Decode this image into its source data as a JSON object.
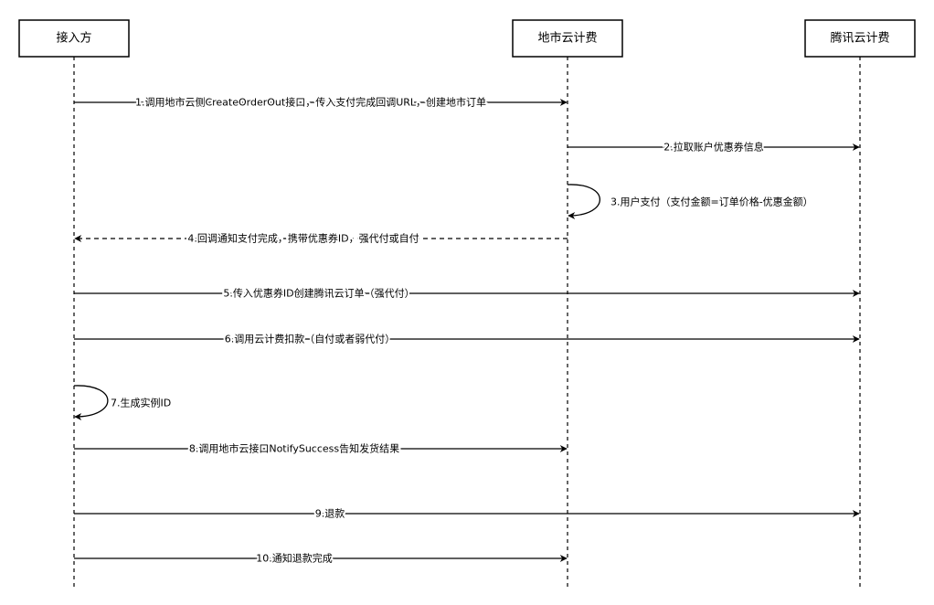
{
  "participants": [
    {
      "id": "p1",
      "label": "接入方"
    },
    {
      "id": "p2",
      "label": "地市云计费"
    },
    {
      "id": "p3",
      "label": "腾讯云计费"
    }
  ],
  "messages": [
    {
      "id": "m1",
      "from": "p1",
      "to": "p2",
      "style": "solid",
      "label": "1.调用地市云侧CreateOrderOut接口，传入支付完成回调URL，创建地市订单"
    },
    {
      "id": "m2",
      "from": "p2",
      "to": "p3",
      "style": "solid",
      "label": "2.拉取账户优惠券信息"
    },
    {
      "id": "m3",
      "from": "p2",
      "to": "p2",
      "style": "self",
      "label": "3.用户支付（支付金额=订单价格-优惠金额）"
    },
    {
      "id": "m4",
      "from": "p2",
      "to": "p1",
      "style": "dashed",
      "label": "4.回调通知支付完成，携带优惠券ID，强代付或自付"
    },
    {
      "id": "m5",
      "from": "p1",
      "to": "p3",
      "style": "solid",
      "label": "5.传入优惠券ID创建腾讯云订单（强代付）"
    },
    {
      "id": "m6",
      "from": "p1",
      "to": "p3",
      "style": "solid",
      "label": "6.调用云计费扣款（自付或者弱代付）"
    },
    {
      "id": "m7",
      "from": "p1",
      "to": "p1",
      "style": "self",
      "label": "7.生成实例ID"
    },
    {
      "id": "m8",
      "from": "p1",
      "to": "p2",
      "style": "solid",
      "label": "8.调用地市云接口NotifySuccess告知发货结果"
    },
    {
      "id": "m9",
      "from": "p1",
      "to": "p3",
      "style": "solid",
      "label": "9.退款"
    },
    {
      "id": "m10",
      "from": "p1",
      "to": "p2",
      "style": "solid",
      "label": "10.通知退款完成"
    }
  ],
  "colors": {
    "stroke": "#000000",
    "text": "#000000",
    "box_fill": "#ffffff",
    "background": "#ffffff"
  }
}
